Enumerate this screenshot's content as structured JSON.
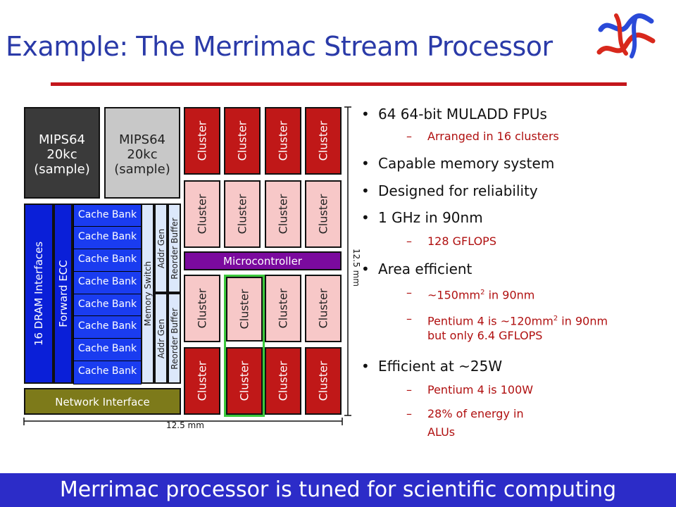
{
  "slide": {
    "title": "Example:  The Merrimac Stream Processor",
    "footer": "Merrimac processor is tuned for scientific computing"
  },
  "diagram": {
    "mips_left": [
      "MIPS64",
      "20kc",
      "(sample)"
    ],
    "mips_right": [
      "MIPS64",
      "20kc",
      "(sample)"
    ],
    "cluster_label": "Cluster",
    "cache_bank_label": "Cache Bank",
    "dram_label": "16 DRAM Interfaces",
    "ecc_label": "Forward ECC",
    "memory_switch_label": "Memory Switch",
    "addr_gen_label": "Addr Gen",
    "reorder_buffer_label": "Reorder Buffer",
    "microcontroller_label": "Microcontroller",
    "network_interface_label": "Network Interface",
    "dim_width": "12.5 mm",
    "dim_height": "12.5 mm"
  },
  "bullets": {
    "b1": "64 64-bit MULADD FPUs",
    "b1_sub": "Arranged in 16 clusters",
    "b2": "Capable memory system",
    "b3": "Designed for reliability",
    "b4": "1 GHz in 90nm",
    "b4_sub": "128 GFLOPS",
    "b5": "Area efficient",
    "b5_sub1_pre": "~150mm",
    "b5_sub1_sup": "2",
    "b5_sub1_post": " in 90nm",
    "b5_sub2_pre": "Pentium 4 is ~120mm",
    "b5_sub2_sup": "2",
    "b5_sub2_post": " in 90nm",
    "b5_sub2_line2": "but only 6.4 GFLOPS",
    "b6": "Efficient at ~25W",
    "b6_sub1": "Pentium 4 is 100W",
    "b6_sub2_line1": "28% of energy in",
    "b6_sub2_line2": "ALUs",
    "dash": "–"
  },
  "colors": {
    "title": "#2a3aa8",
    "rule": "#c4161c",
    "cluster_dark": "#c01818",
    "cluster_light": "#f7c8c8",
    "cache": "#1a3cf0",
    "micro": "#7b0a9e",
    "network": "#7d7a1a",
    "footer": "#2c2cc8",
    "sub_bullet": "#b01010"
  }
}
